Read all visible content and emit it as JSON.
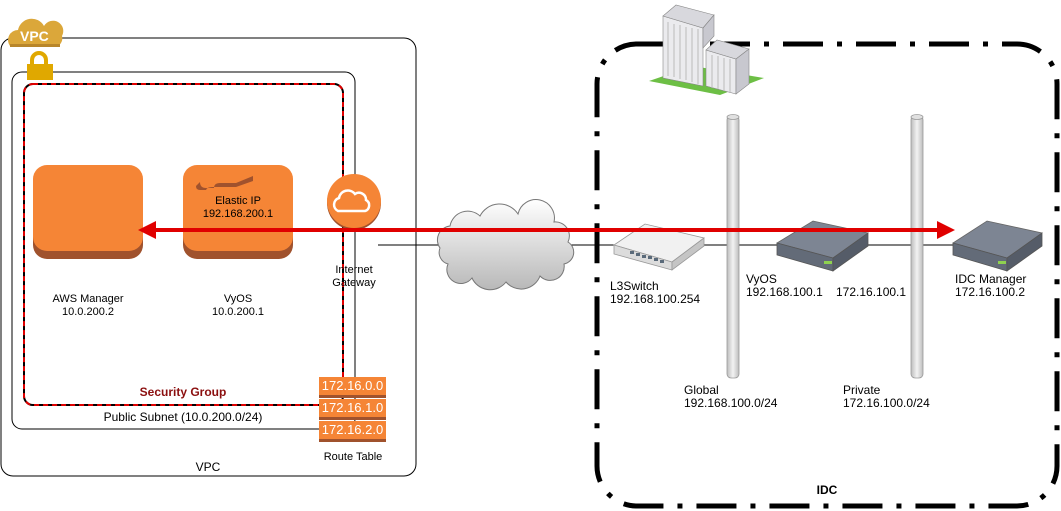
{
  "vpc": {
    "badge_label": "VPC",
    "container_label": "VPC",
    "subnet_label": "Public Subnet (10.0.200.0/24)",
    "security_group_label": "Security Group",
    "aws_manager": {
      "name": "AWS Manager",
      "ip": "10.0.200.2"
    },
    "vyos": {
      "name": "VyOS",
      "ip": "10.0.200.1",
      "elastic_ip_label": "Elastic IP",
      "elastic_ip": "192.168.200.1"
    },
    "internet_gateway": {
      "line1": "Internet",
      "line2": "Gateway"
    },
    "route_table": {
      "label": "Route Table",
      "entries": [
        "172.16.0.0",
        "172.16.1.0",
        "172.16.2.0"
      ]
    }
  },
  "idc": {
    "label": "IDC",
    "l3switch": {
      "name": "L3Switch",
      "ip": "192.168.100.254"
    },
    "vyos": {
      "name": "VyOS",
      "ip_global": "192.168.100.1",
      "ip_private": "172.16.100.1"
    },
    "idc_manager": {
      "name": "IDC Manager",
      "ip": "172.16.100.2"
    },
    "global_segment": {
      "name": "Global",
      "cidr": "192.168.100.0/24"
    },
    "private_segment": {
      "name": "Private",
      "cidr": "172.16.100.0/24"
    }
  },
  "colors": {
    "aws_orange": "#f58536",
    "aws_orange_dark": "#a0522d",
    "arrow_red": "#e00000",
    "security_group_red": "#8b0f0f",
    "vpc_gold": "#dba73a",
    "lock_gold": "#e0a800"
  }
}
